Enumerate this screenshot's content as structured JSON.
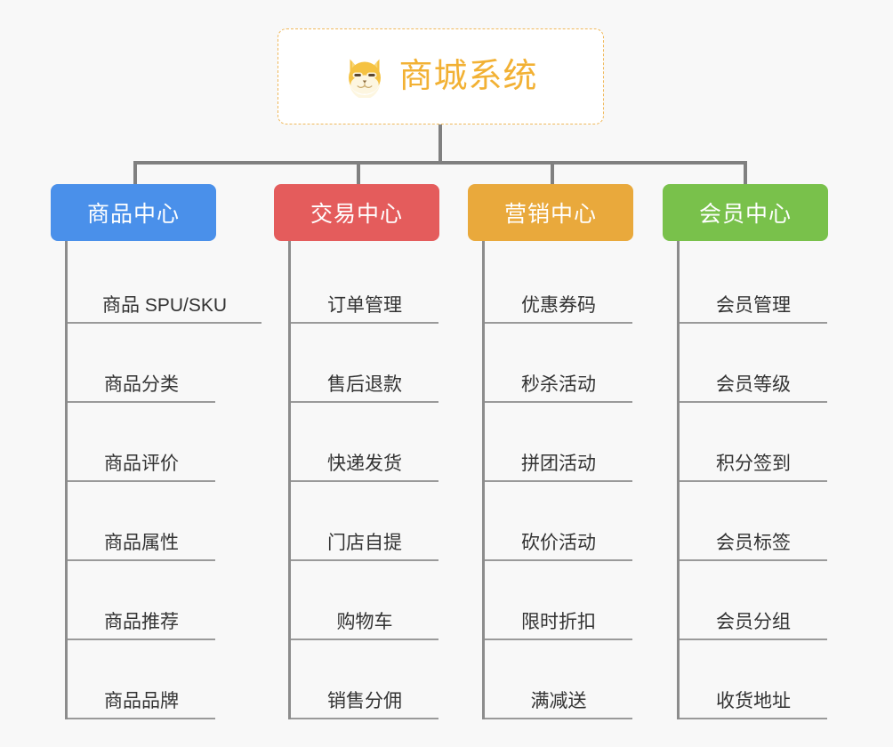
{
  "root": {
    "title": "商城系统",
    "icon": "shiba-inu-icon",
    "border_color": "#f0b95c",
    "title_color": "#f2b134",
    "background": "#ffffff"
  },
  "canvas": {
    "background": "#f8f8f8",
    "connector_color": "#808080"
  },
  "columns": [
    {
      "id": "product-center",
      "label": "商品中心",
      "color": "#4a90ea",
      "items": [
        "商品 SPU/SKU",
        "商品分类",
        "商品评价",
        "商品属性",
        "商品推荐",
        "商品品牌"
      ]
    },
    {
      "id": "trade-center",
      "label": "交易中心",
      "color": "#e45c5c",
      "items": [
        "订单管理",
        "售后退款",
        "快递发货",
        "门店自提",
        "购物车",
        "销售分佣"
      ]
    },
    {
      "id": "marketing-center",
      "label": "营销中心",
      "color": "#e9a93c",
      "items": [
        "优惠券码",
        "秒杀活动",
        "拼团活动",
        "砍价活动",
        "限时折扣",
        "满减送"
      ]
    },
    {
      "id": "member-center",
      "label": "会员中心",
      "color": "#79c council",
      "items": [
        "会员管理",
        "会员等级",
        "积分签到",
        "会员标签",
        "会员分组",
        "收货地址"
      ]
    }
  ]
}
